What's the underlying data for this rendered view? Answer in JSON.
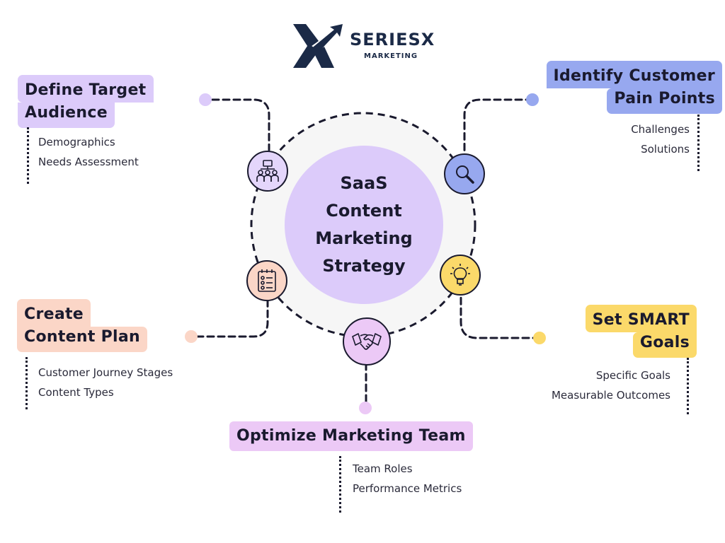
{
  "logo": {
    "name": "SERIESX",
    "subtitle": "MARKETING"
  },
  "hub": {
    "lines": [
      "SaaS",
      "Content",
      "Marketing",
      "Strategy"
    ]
  },
  "nodes": {
    "audience": {
      "title_lines": [
        "Define Target",
        "Audience"
      ],
      "items": [
        "Demographics",
        "Needs Assessment"
      ],
      "color": "#dccbfa",
      "icon": "people-hierarchy-icon"
    },
    "pain_points": {
      "title_lines": [
        "Identify Customer",
        "Pain Points"
      ],
      "items": [
        "Challenges",
        "Solutions"
      ],
      "color": "#97a8ef",
      "icon": "magnifier-icon"
    },
    "content_plan": {
      "title_lines": [
        "Create",
        "Content Plan"
      ],
      "items": [
        "Customer Journey Stages",
        "Content Types"
      ],
      "color": "#fbd6c7",
      "icon": "checklist-icon"
    },
    "smart_goals": {
      "title_lines": [
        "Set SMART",
        "Goals"
      ],
      "items": [
        "Specific Goals",
        "Measurable Outcomes"
      ],
      "color": "#fbd96a",
      "icon": "lightbulb-icon"
    },
    "team": {
      "title_lines": [
        "Optimize Marketing Team"
      ],
      "items": [
        "Team Roles",
        "Performance Metrics"
      ],
      "color": "#ecc9f6",
      "icon": "handshake-icon"
    }
  }
}
